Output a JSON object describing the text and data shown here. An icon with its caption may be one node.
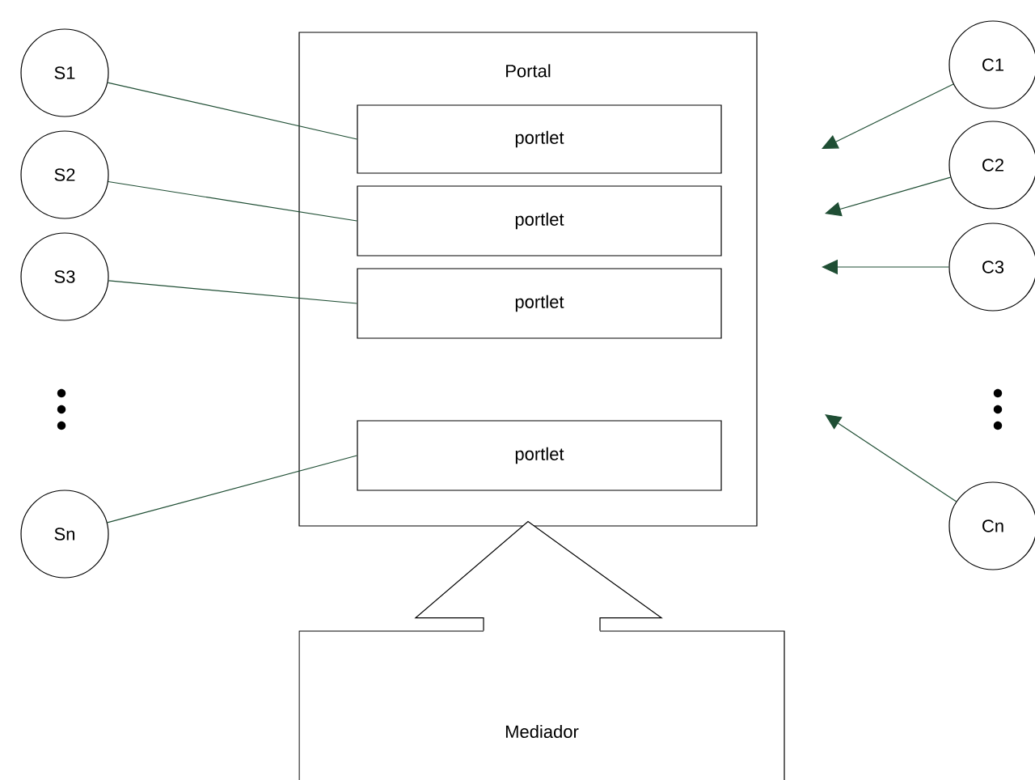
{
  "diagram": {
    "nodes": [
      {
        "text": [
          "Portal"
        ]
      },
      {
        "text": [
          "portlet"
        ],
        "in": 0
      },
      {
        "text": [
          "portlet"
        ],
        "in": 0
      },
      {
        "text": [
          "portlet"
        ],
        "in": 0
      },
      {
        "text": [
          "portlet"
        ],
        "in": 0
      },
      {
        "text": [
          "S1"
        ]
      },
      {
        "text": [
          "S2"
        ]
      },
      {
        "text": [
          "S3"
        ]
      },
      {
        "text": [
          "Sn"
        ]
      },
      {
        "text": [
          "C1"
        ]
      },
      {
        "text": [
          "C2"
        ]
      },
      {
        "text": [
          "C3"
        ]
      },
      {
        "text": [
          "Cn"
        ]
      },
      {
        "text": [
          "Mediador"
        ]
      }
    ],
    "edges": [
      {
        "from": 5,
        "to": 1,
        "arrow": "none"
      },
      {
        "from": 6,
        "to": 2,
        "arrow": "none"
      },
      {
        "from": 7,
        "to": 3,
        "arrow": "none"
      },
      {
        "from": 8,
        "to": 4,
        "arrow": "none"
      },
      {
        "from": 9,
        "to": null,
        "arrow": "to"
      },
      {
        "from": 10,
        "to": null,
        "arrow": "to"
      },
      {
        "from": 11,
        "to": null,
        "arrow": "to"
      },
      {
        "from": 12,
        "to": null,
        "arrow": "to"
      },
      {
        "from": 13,
        "to": 0,
        "arrow": "to",
        "style": "thick"
      }
    ]
  }
}
